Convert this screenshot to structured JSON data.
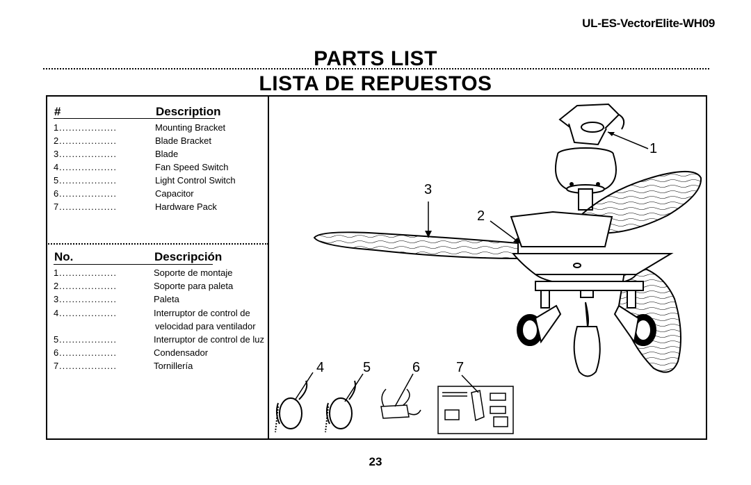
{
  "header": {
    "doc_code": "UL-ES-VectorElite-WH09",
    "title_en": "PARTS LIST",
    "title_es": "LISTA DE REPUESTOS"
  },
  "parts_en": {
    "num_header": "#",
    "desc_header": "Description",
    "items": [
      {
        "num": "1",
        "leader": "..................",
        "label": "Mounting Bracket"
      },
      {
        "num": "2",
        "leader": "..................",
        "label": "Blade Bracket"
      },
      {
        "num": "3",
        "leader": "..................",
        "label": "Blade"
      },
      {
        "num": "4",
        "leader": "..................",
        "label": "Fan Speed Switch"
      },
      {
        "num": "5",
        "leader": "..................",
        "label": "Light Control Switch"
      },
      {
        "num": "6",
        "leader": "..................",
        "label": "Capacitor"
      },
      {
        "num": "7",
        "leader": "..................",
        "label": "Hardware Pack"
      }
    ]
  },
  "parts_es": {
    "num_header": "No.",
    "desc_header": "Descripción",
    "items": [
      {
        "num": "1",
        "leader": "..................",
        "label": "Soporte de montaje"
      },
      {
        "num": "2",
        "leader": "..................",
        "label": "Soporte para paleta"
      },
      {
        "num": "3",
        "leader": "..................",
        "label": "Paleta"
      },
      {
        "num": "4",
        "leader": "..................",
        "label": "Interruptor de control de"
      },
      {
        "num": "5",
        "leader": "..................",
        "label": "Interruptor de control de luz"
      },
      {
        "num": "6",
        "leader": "..................",
        "label": "Condensador"
      },
      {
        "num": "7",
        "leader": "..................",
        "label": "Tornillería"
      }
    ],
    "item4_continuation": "velocidad para ventilador"
  },
  "callouts": {
    "c1": "1",
    "c2": "2",
    "c3": "3",
    "c4": "4",
    "c5": "5",
    "c6": "6",
    "c7": "7"
  },
  "footer": {
    "page_number": "23"
  }
}
